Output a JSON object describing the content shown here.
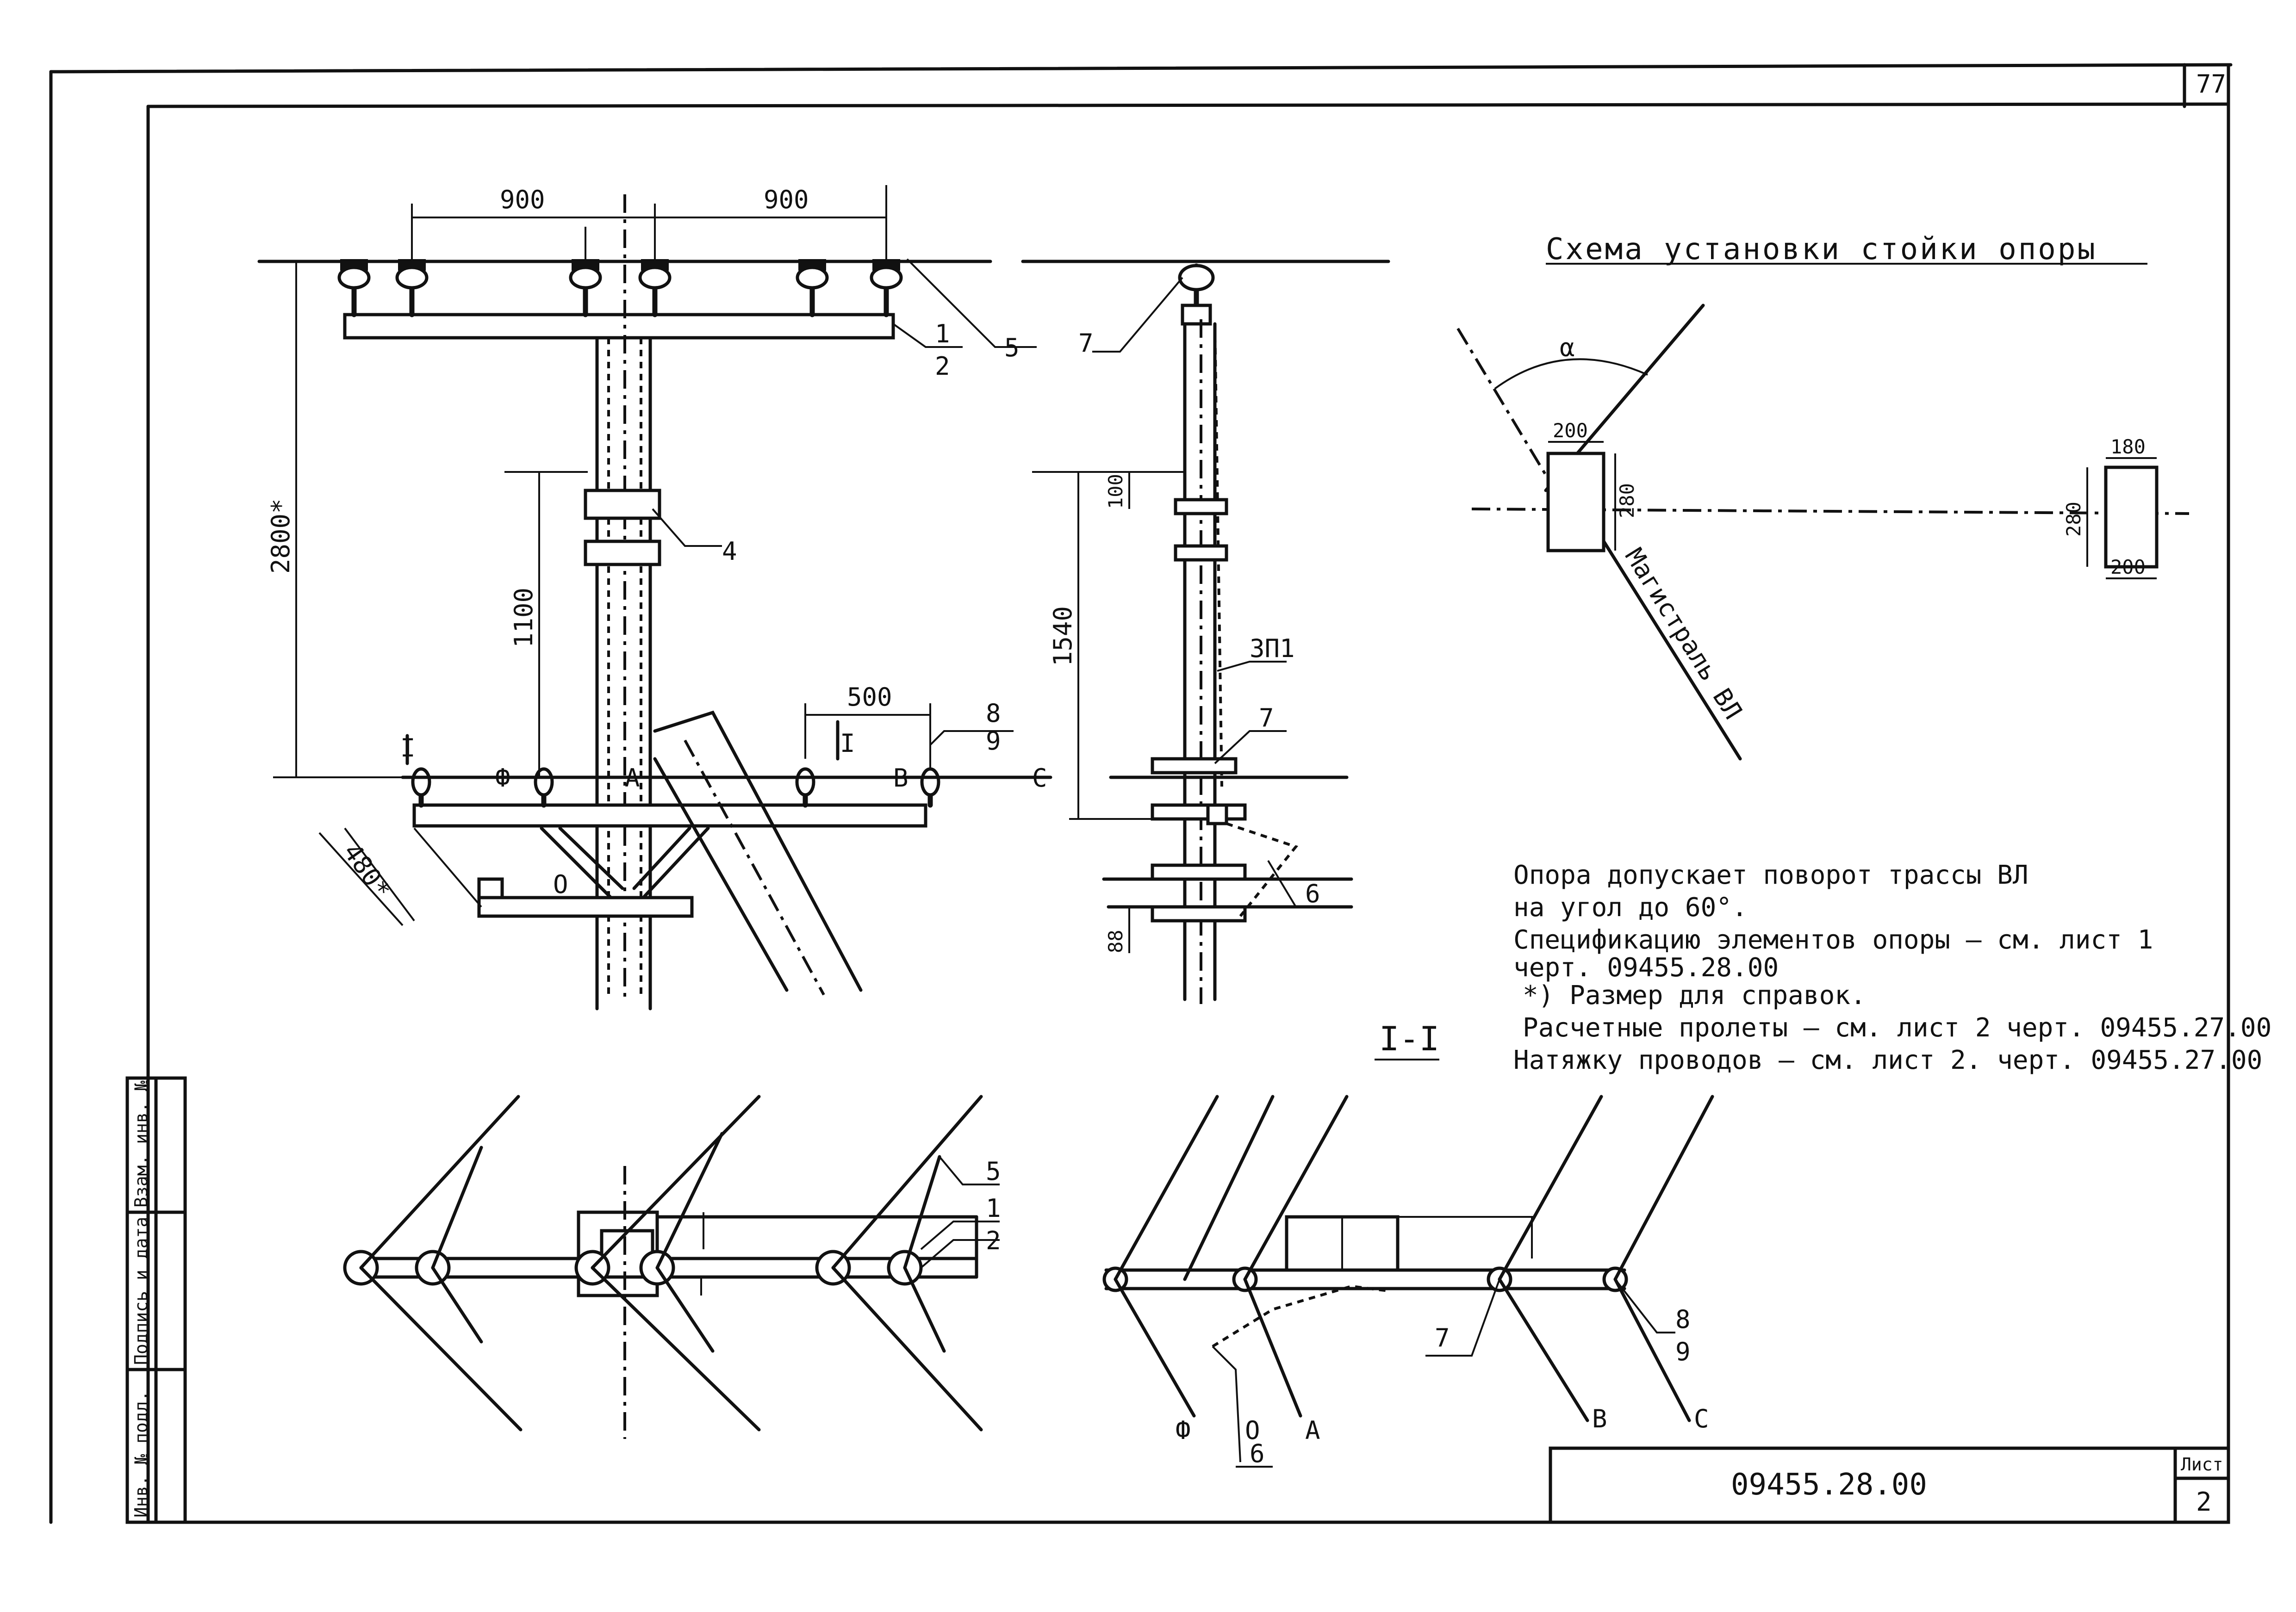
{
  "page_number": "77",
  "dimensions": {
    "top_left": "900",
    "top_right": "900",
    "height_total": "2800*",
    "height_1100": "1100",
    "offset_500": "500",
    "brace_480": "480*",
    "side_100": "100",
    "side_1540": "1540",
    "side_88": "88"
  },
  "part_labels": {
    "l1": "1",
    "l2": "2",
    "l5": "5",
    "l4": "4",
    "l7a": "7",
    "l7b": "7",
    "l3p1": "3П1",
    "l8": "8",
    "l9": "9",
    "l6": "6",
    "lI": "I",
    "lA": "A",
    "lC": "C",
    "lPhi": "Ф",
    "lO": "O",
    "lB": "B"
  },
  "section_label": "I-I",
  "schema": {
    "title": "Схема установки стойки опоры",
    "alpha": "α",
    "dim_200_top": "200",
    "dim_280_left": "280",
    "mainline": "Магистраль ВЛ",
    "dim_180": "180",
    "dim_280_right": "280",
    "dim_200_right": "200"
  },
  "notes": [
    "Опора допускает поворот трассы ВЛ",
    "на угол до 60°.",
    "Спецификацию элементов опоры – см. лист 1",
    "черт. 09455.28.00",
    "*) Размер для справок.",
    "Расчетные пролеты – см. лист 2 черт. 09455.27.00",
    "Натяжку проводов – см. лист 2. черт. 09455.27.00"
  ],
  "plan_labels": {
    "p5": "5",
    "p1": "1",
    "p2": "2",
    "p7": "7",
    "p8": "8",
    "p9": "9",
    "p6": "6",
    "pPhi": "Ф",
    "pO": "O",
    "pA": "A",
    "pB": "B",
    "pC": "C"
  },
  "title_block": {
    "doc_number": "09455.28.00",
    "sheet_label": "Лист",
    "sheet_number": "2"
  },
  "side_strip": [
    "Инв. № подл.",
    "Подпись и дата",
    "Взам. инв. №"
  ]
}
